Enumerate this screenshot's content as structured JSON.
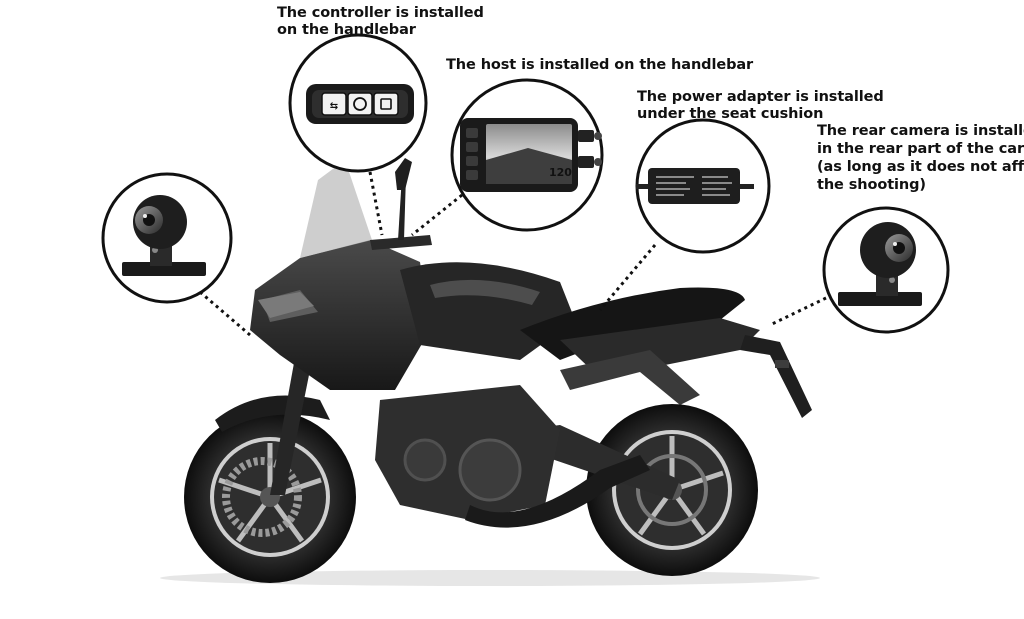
{
  "colors": {
    "background": "#ffffff",
    "text": "#111111",
    "bike_dark": "#1f1f1f",
    "bike_mid": "#3a3a3a",
    "callout_border": "#111111"
  },
  "labels": {
    "controller": {
      "line1": "The controller is installed",
      "line2": "on the handlebar"
    },
    "host": {
      "line1": "The host is installed on the handlebar"
    },
    "power": {
      "line1": "The power adapter is installed",
      "line2": "under the seat cushion"
    },
    "rear": {
      "line1": "The rear camera is installed",
      "line2": "in the rear part of the car",
      "line3": "(as long as it does not affect",
      "line4": "the shooting)"
    }
  },
  "screen": {
    "speed": "120",
    "icons": [
      "power-icon",
      "record-icon",
      "camera-icon",
      "menu-icon"
    ]
  },
  "icons": {
    "controller_buttons": [
      "front-rear-switch-icon",
      "record-icon",
      "photo-icon"
    ]
  }
}
